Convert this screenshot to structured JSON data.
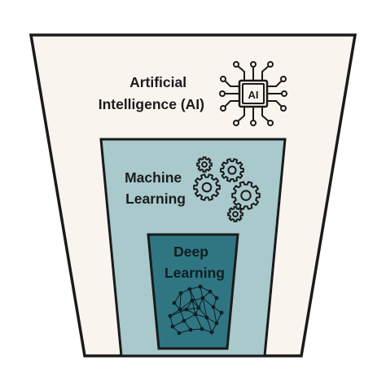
{
  "diagram": {
    "layers": [
      {
        "id": "ai",
        "lines": [
          "Artificial",
          "Intelligence (AI)"
        ],
        "icon": "ai-chip-icon",
        "icon_text": "AI",
        "fill": "#faf4ef"
      },
      {
        "id": "ml",
        "lines": [
          "Machine",
          "Learning"
        ],
        "icon": "gears-icon",
        "fill": "#a9c9cc"
      },
      {
        "id": "dl",
        "lines": [
          "Deep",
          "Learning"
        ],
        "icon": "neural-network-icon",
        "fill": "#2f7682"
      }
    ],
    "colors": {
      "outline": "#1a1a1a",
      "background": "#ffffff"
    }
  }
}
